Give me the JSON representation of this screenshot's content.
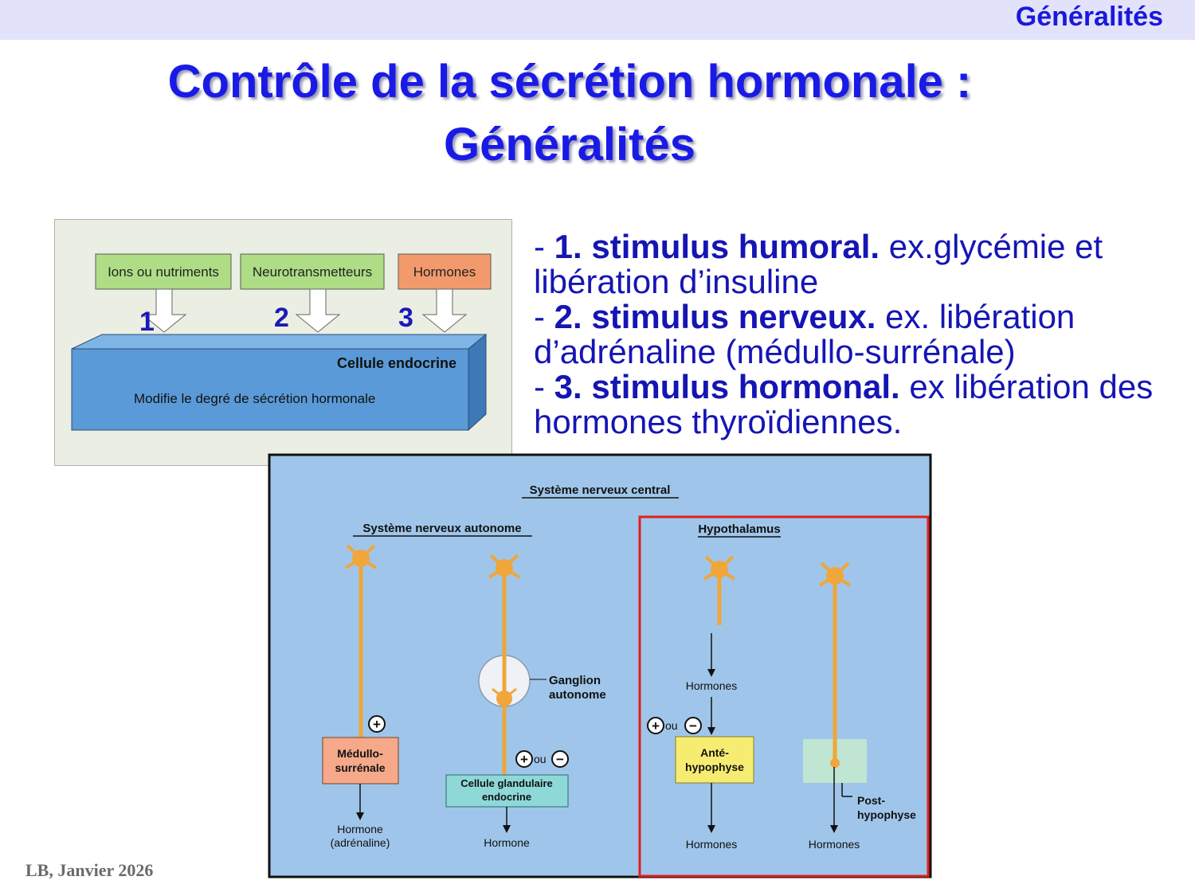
{
  "header": {
    "section": "Généralités"
  },
  "slide": {
    "title_line1": "Contrôle de la sécrétion hormonale :",
    "title_line2": "Généralités"
  },
  "bullets": [
    {
      "dash": "- ",
      "bold": "1. stimulus humoral.",
      "text": " ex.glycémie et libération d’insuline"
    },
    {
      "dash": "- ",
      "bold": "2. stimulus nerveux.",
      "text": " ex. libération d’adrénaline (médullo-surrénale)"
    },
    {
      "dash": "- ",
      "bold": "3. stimulus hormonal.",
      "text": " ex libération des hormones  thyroïdiennes."
    }
  ],
  "figure1": {
    "inputs": [
      "Ions ou nutriments",
      "Neurotransmetteurs",
      "Hormones"
    ],
    "numbers": [
      "1",
      "2",
      "3"
    ],
    "cell_title": "Cellule endocrine",
    "cell_text": "Modifie le degré de sécrétion hormonale",
    "colors": {
      "input_green": "#aedd86",
      "input_orange": "#f39a6c",
      "cell_blue": "#5b9ad8",
      "number_blue": "#1a1ab8"
    }
  },
  "figure2": {
    "cns": "Système nerveux central",
    "autonomic": "Système nerveux autonome",
    "hypothalamus": "Hypothalamus",
    "ganglion": "Ganglion autonome",
    "plus_sign": "+",
    "minus_sign": "−",
    "or_label": "ou",
    "medullo": "Médullo-surrénale",
    "gland_cell": "Cellule glandulaire endocrine",
    "hormone_adrenaline": "Hormone",
    "adrenaline": "(adrénaline)",
    "hormone": "Hormone",
    "hormones_hypo": "Hormones",
    "ante": "Anté-hypophyse",
    "post": "Post-hypophyse",
    "hormones_ante": "Hormones",
    "hormones_post": "Hormones",
    "colors": {
      "background": "#9fc6ea",
      "neuron": "#f0a63a",
      "highlight_frame": "#e31d1d",
      "orange_box": "#f5a98a",
      "teal_box": "#8ed8d8",
      "yellow_box": "#f6ec72"
    }
  },
  "footer": {
    "credit": "LB, Janvier 2026"
  }
}
